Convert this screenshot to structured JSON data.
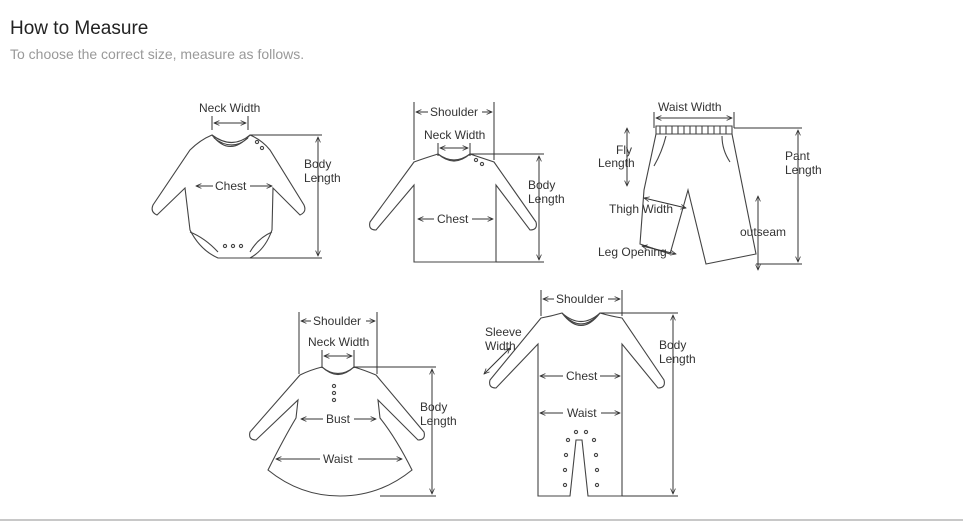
{
  "header": {
    "title": "How to Measure",
    "subtitle": "To choose the correct size, measure as follows."
  },
  "bodysuit": {
    "neck_width": "Neck Width",
    "chest": "Chest",
    "body_length_1": "Body",
    "body_length_2": "Length"
  },
  "shirt": {
    "shoulder": "Shoulder",
    "neck_width": "Neck Width",
    "chest": "Chest",
    "body_length_1": "Body",
    "body_length_2": "Length"
  },
  "pants": {
    "waist_width": "Waist Width",
    "fly_length_1": "Fly",
    "fly_length_2": "Length",
    "pant_length_1": "Pant",
    "pant_length_2": "Length",
    "thigh_width": "Thigh Width",
    "outseam": "outseam",
    "leg_opening": "Leg Opening"
  },
  "dress": {
    "shoulder": "Shoulder",
    "neck_width": "Neck Width",
    "bust": "Bust",
    "waist": "Waist",
    "body_length_1": "Body",
    "body_length_2": "Length"
  },
  "romper": {
    "shoulder": "Shoulder",
    "sleeve_width_1": "Sleeve",
    "sleeve_width_2": "Width",
    "chest": "Chest",
    "waist": "Waist",
    "body_length_1": "Body",
    "body_length_2": "Length"
  }
}
